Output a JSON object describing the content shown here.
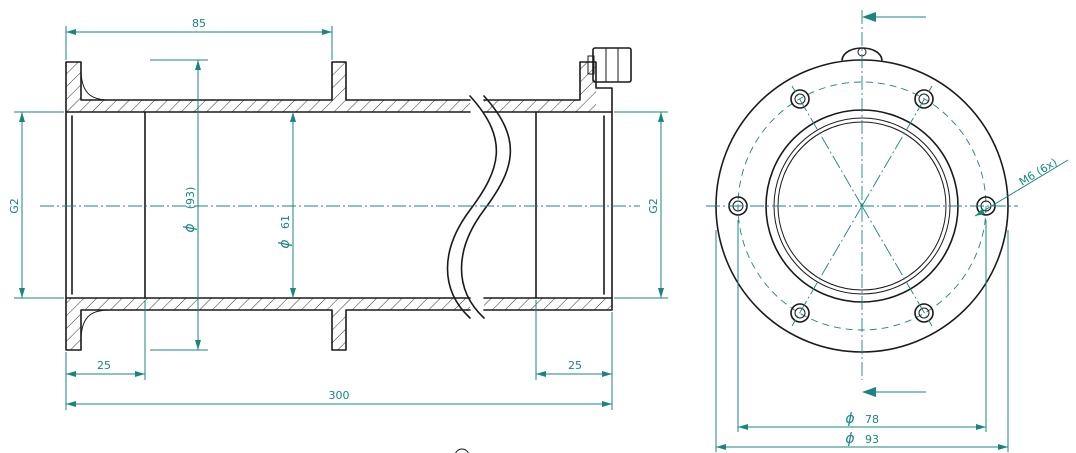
{
  "dimensions": {
    "top_length": "85",
    "left_height": "G2",
    "right_height": "G2",
    "dia_inner_outer": "(93)",
    "dia_inner": "61",
    "left_end": "25",
    "right_end": "25",
    "total_length": "300",
    "thread_note": "M6  (6x)",
    "bcd": "78",
    "flange_od": "93"
  },
  "symbols": {
    "diameter": "ϕ"
  },
  "colors": {
    "dimension": "#1a8580",
    "geometry": "#1a1a1a"
  }
}
